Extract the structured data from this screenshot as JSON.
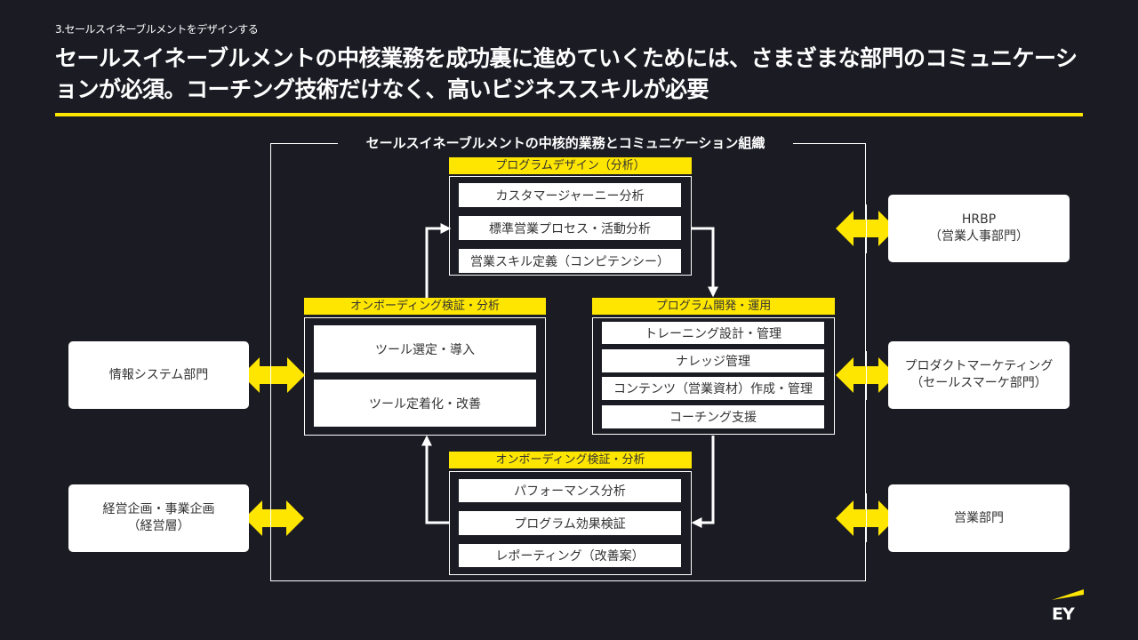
{
  "header": {
    "section_label": "3.セールスイネーブルメントをデザインする",
    "headline": "セールスイネーブルメントの中核業務を成功裏に進めていくためには、さまざまな部門のコミュニケーションが必須。コーチング技術だけなく、高いビジネススキルが必要"
  },
  "diagram": {
    "frame_title": "セールスイネーブルメントの中核的業務とコミュニケーション組織",
    "groups": {
      "design": {
        "title": "プログラムデザイン（分析）",
        "items": [
          "カスタマージャーニー分析",
          "標準営業プロセス・活動分析",
          "営業スキル定義（コンピテンシー）"
        ]
      },
      "onboarding": {
        "title": "オンボーディング検証・分析",
        "items": [
          "ツール選定・導入",
          "ツール定着化・改善"
        ]
      },
      "development": {
        "title": "プログラム開発・運用",
        "items": [
          "トレーニング設計・管理",
          "ナレッジ管理",
          "コンテンツ（営業資材）作成・管理",
          "コーチング支援"
        ]
      },
      "verification": {
        "title": "オンボーディング検証・分析",
        "items": [
          "パフォーマンス分析",
          "プログラム効果検証",
          "レポーティング（改善案）"
        ]
      }
    },
    "departments": {
      "left": [
        {
          "line1": "情報システム部門",
          "line2": ""
        },
        {
          "line1": "経営企画・事業企画",
          "line2": "（経営層）"
        }
      ],
      "right": [
        {
          "line1": "HRBP",
          "line2": "（営業人事部門）"
        },
        {
          "line1": "プロダクトマーケティング",
          "line2": "（セールスマーケ部門）"
        },
        {
          "line1": "営業部門",
          "line2": ""
        }
      ]
    }
  },
  "logo": {
    "text": "EY"
  },
  "colors": {
    "accent": "#ffe600",
    "background": "#1b1b24",
    "box": "#ffffff",
    "box_text": "#333333"
  }
}
